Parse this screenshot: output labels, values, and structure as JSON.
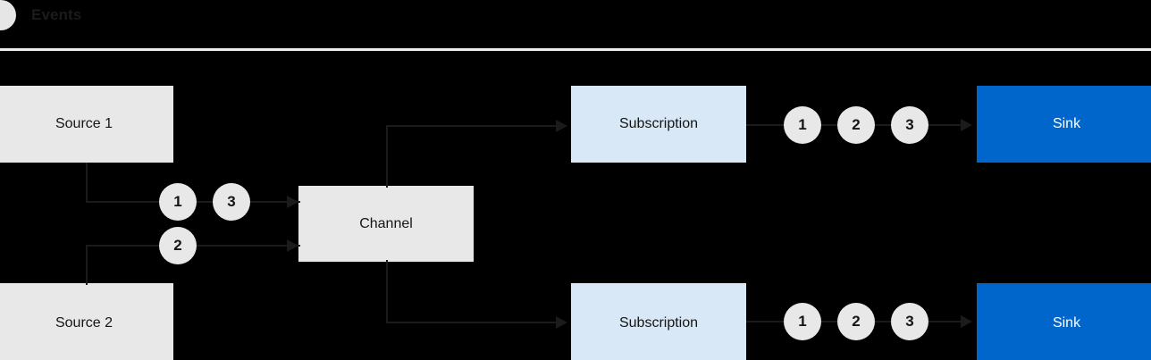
{
  "legend": {
    "dot_icon": "event-dot-icon",
    "label": "Events",
    "dot_color": "#e6e6e6"
  },
  "colors": {
    "background": "#000000",
    "source_box": "#e8e8e8",
    "channel_box": "#e8e8e8",
    "subscription_box": "#d9e8f6",
    "sink_box": "#0066cc",
    "sink_text": "#ffffff",
    "connector": "#1b1b1b",
    "rule": "#ededed",
    "event_circle": "#e8e8e8",
    "text": "#151515"
  },
  "nodes": {
    "source_1": "Source 1",
    "source_2": "Source 2",
    "channel": "Channel",
    "subscription_top": "Subscription",
    "subscription_bottom": "Subscription",
    "sink_top": "Sink",
    "sink_bottom": "Sink"
  },
  "events": {
    "source_1_stream": [
      "1",
      "3"
    ],
    "source_2_stream": [
      "2"
    ],
    "sink_top_stream": [
      "1",
      "2",
      "3"
    ],
    "sink_bottom_stream": [
      "1",
      "2",
      "3"
    ]
  }
}
